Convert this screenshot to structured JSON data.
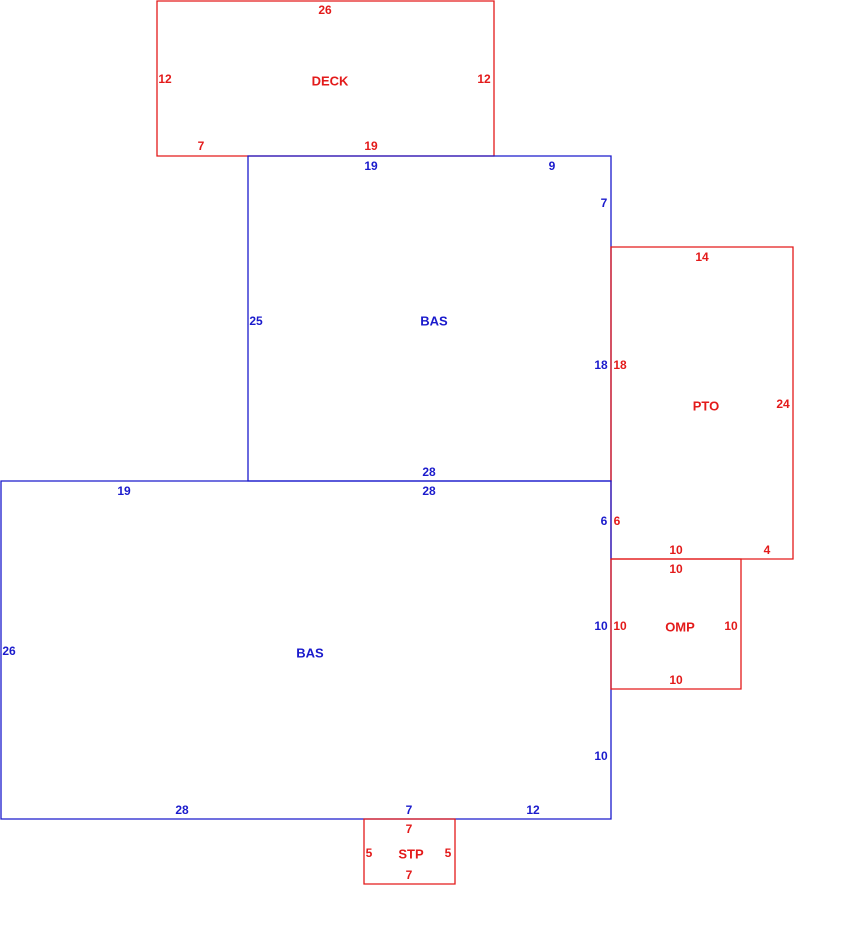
{
  "colors": {
    "living": "#1a1acc",
    "other": "#e31a1a"
  },
  "areas": [
    {
      "code": "DECK",
      "color": "other",
      "dims": [
        "26",
        "12",
        "12",
        "7",
        "19"
      ]
    },
    {
      "code": "BAS",
      "color": "living",
      "dims": [
        "19",
        "9",
        "7",
        "25",
        "18",
        "28"
      ]
    },
    {
      "code": "PTO",
      "color": "other",
      "dims": [
        "14",
        "18",
        "24",
        "6",
        "10",
        "4"
      ]
    },
    {
      "code": "BAS",
      "color": "living",
      "dims": [
        "19",
        "28",
        "6",
        "26",
        "10",
        "10",
        "28",
        "7",
        "12"
      ]
    },
    {
      "code": "OMP",
      "color": "other",
      "dims": [
        "10",
        "10",
        "10",
        "10"
      ]
    },
    {
      "code": "STP",
      "color": "other",
      "dims": [
        "7",
        "5",
        "5",
        "7"
      ]
    }
  ]
}
